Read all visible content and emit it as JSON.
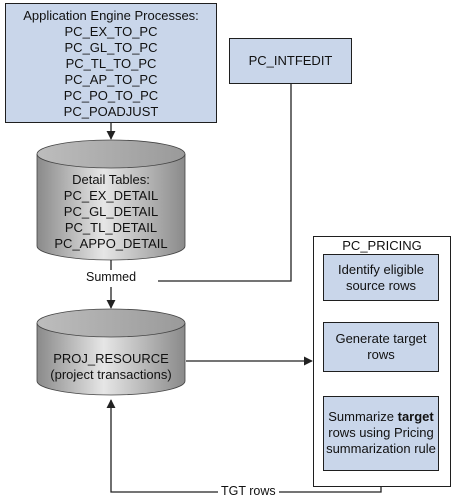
{
  "ae_box": {
    "title": "Application Engine Processes:",
    "items": [
      "PC_EX_TO_PC",
      "PC_GL_TO_PC",
      "PC_TL_TO_PC",
      "PC_AP_TO_PC",
      "PC_PO_TO_PC",
      "PC_POADJUST"
    ]
  },
  "intfedit_box": {
    "label": "PC_INTFEDIT"
  },
  "detail_tables": {
    "title": "Detail Tables:",
    "items": [
      "PC_EX_DETAIL",
      "PC_GL_DETAIL",
      "PC_TL_DETAIL",
      "PC_APPO_DETAIL"
    ]
  },
  "summed_label": "Summed",
  "proj_resource": {
    "line1": "PROJ_RESOURCE",
    "line2": "(project transactions)"
  },
  "pc_pricing": {
    "title": "PC_PRICING",
    "step1": {
      "line1": "Identify eligible",
      "line2": "source rows"
    },
    "step2": {
      "line1": "Generate target",
      "line2": "rows"
    },
    "step3": {
      "line1_pre": "Summarize ",
      "line1_bold": "target",
      "line2": "rows using Pricing",
      "line3": "summarization rule"
    }
  },
  "tgt_rows_label": "TGT rows",
  "colors": {
    "box_fill": "#c9d6ea",
    "cylinder_dark": "#7a7a7a",
    "cylinder_light": "#d6d6d6"
  }
}
